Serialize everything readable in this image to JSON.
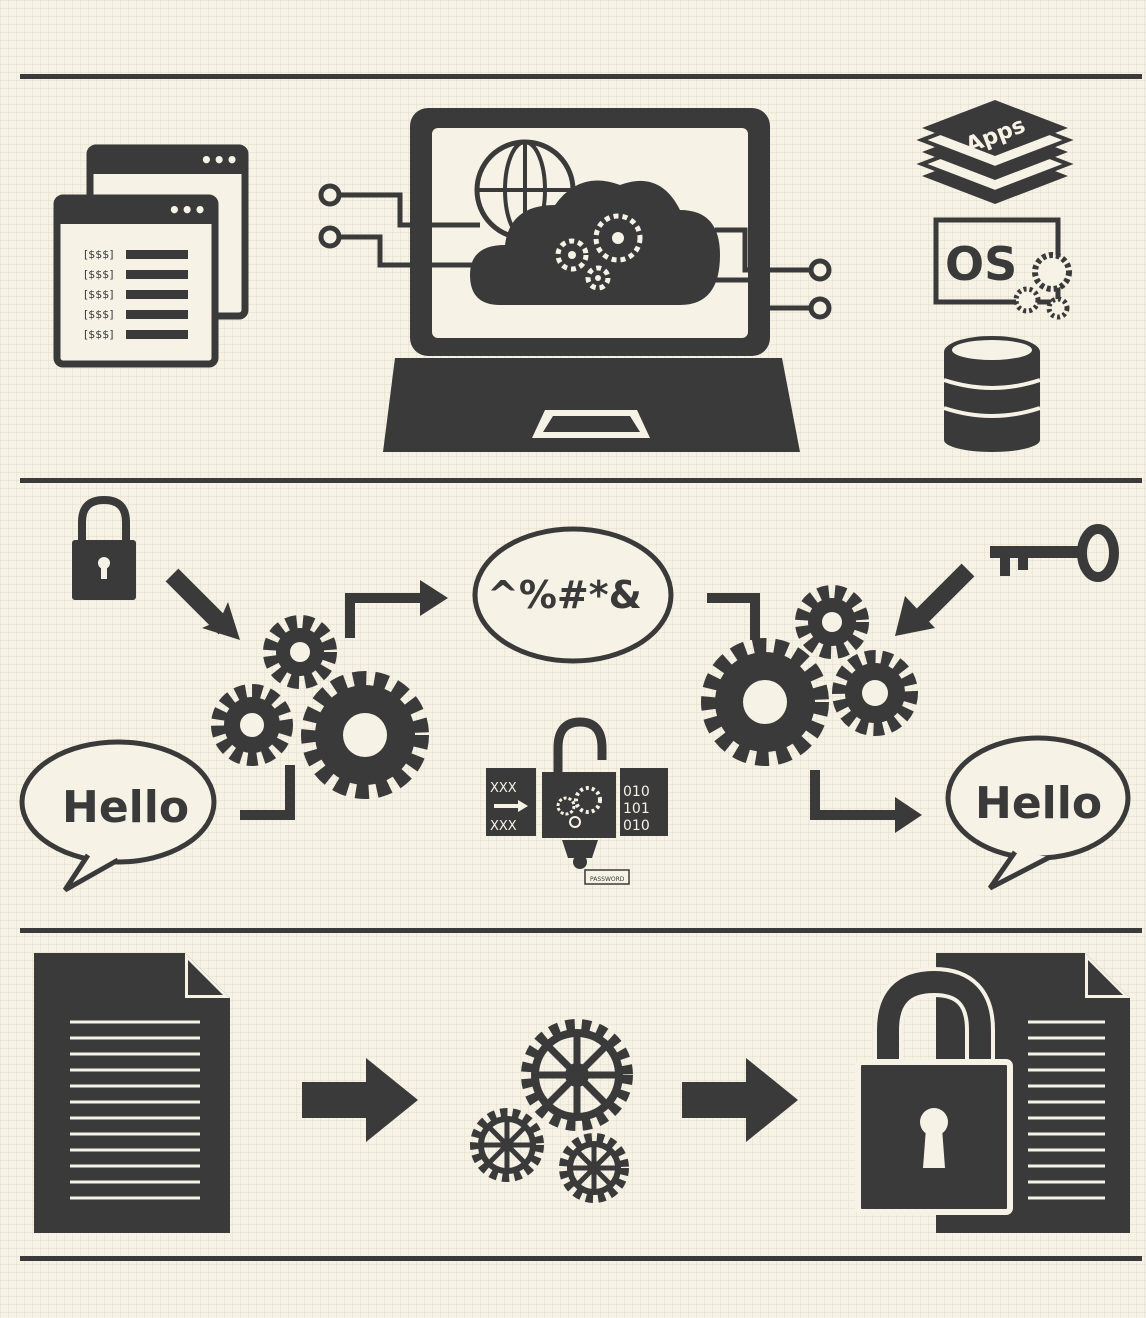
{
  "colors": {
    "ink": "#3a3a3a",
    "background": "#f6f2e6",
    "grid": "#e2dcc8"
  },
  "top_section": {
    "terminal_rows": [
      "[$$$]",
      "[$$$]",
      "[$$$]",
      "[$$$]",
      "[$$$]"
    ],
    "window_dots": "•••",
    "apps_label": "Apps",
    "os_label": "OS"
  },
  "middle_section": {
    "plaintext_left": "Hello",
    "ciphertext": "^%#*&",
    "plaintext_right": "Hello",
    "center_icon": {
      "left_file": [
        "XXX",
        "XXX"
      ],
      "right_file": [
        "010",
        "101",
        "010"
      ],
      "tag": "PASSWORD"
    }
  },
  "bottom_section": {
    "icons": [
      "document-icon",
      "right-arrow-icon",
      "gears-icon",
      "right-arrow-icon",
      "locked-document-icon"
    ]
  }
}
